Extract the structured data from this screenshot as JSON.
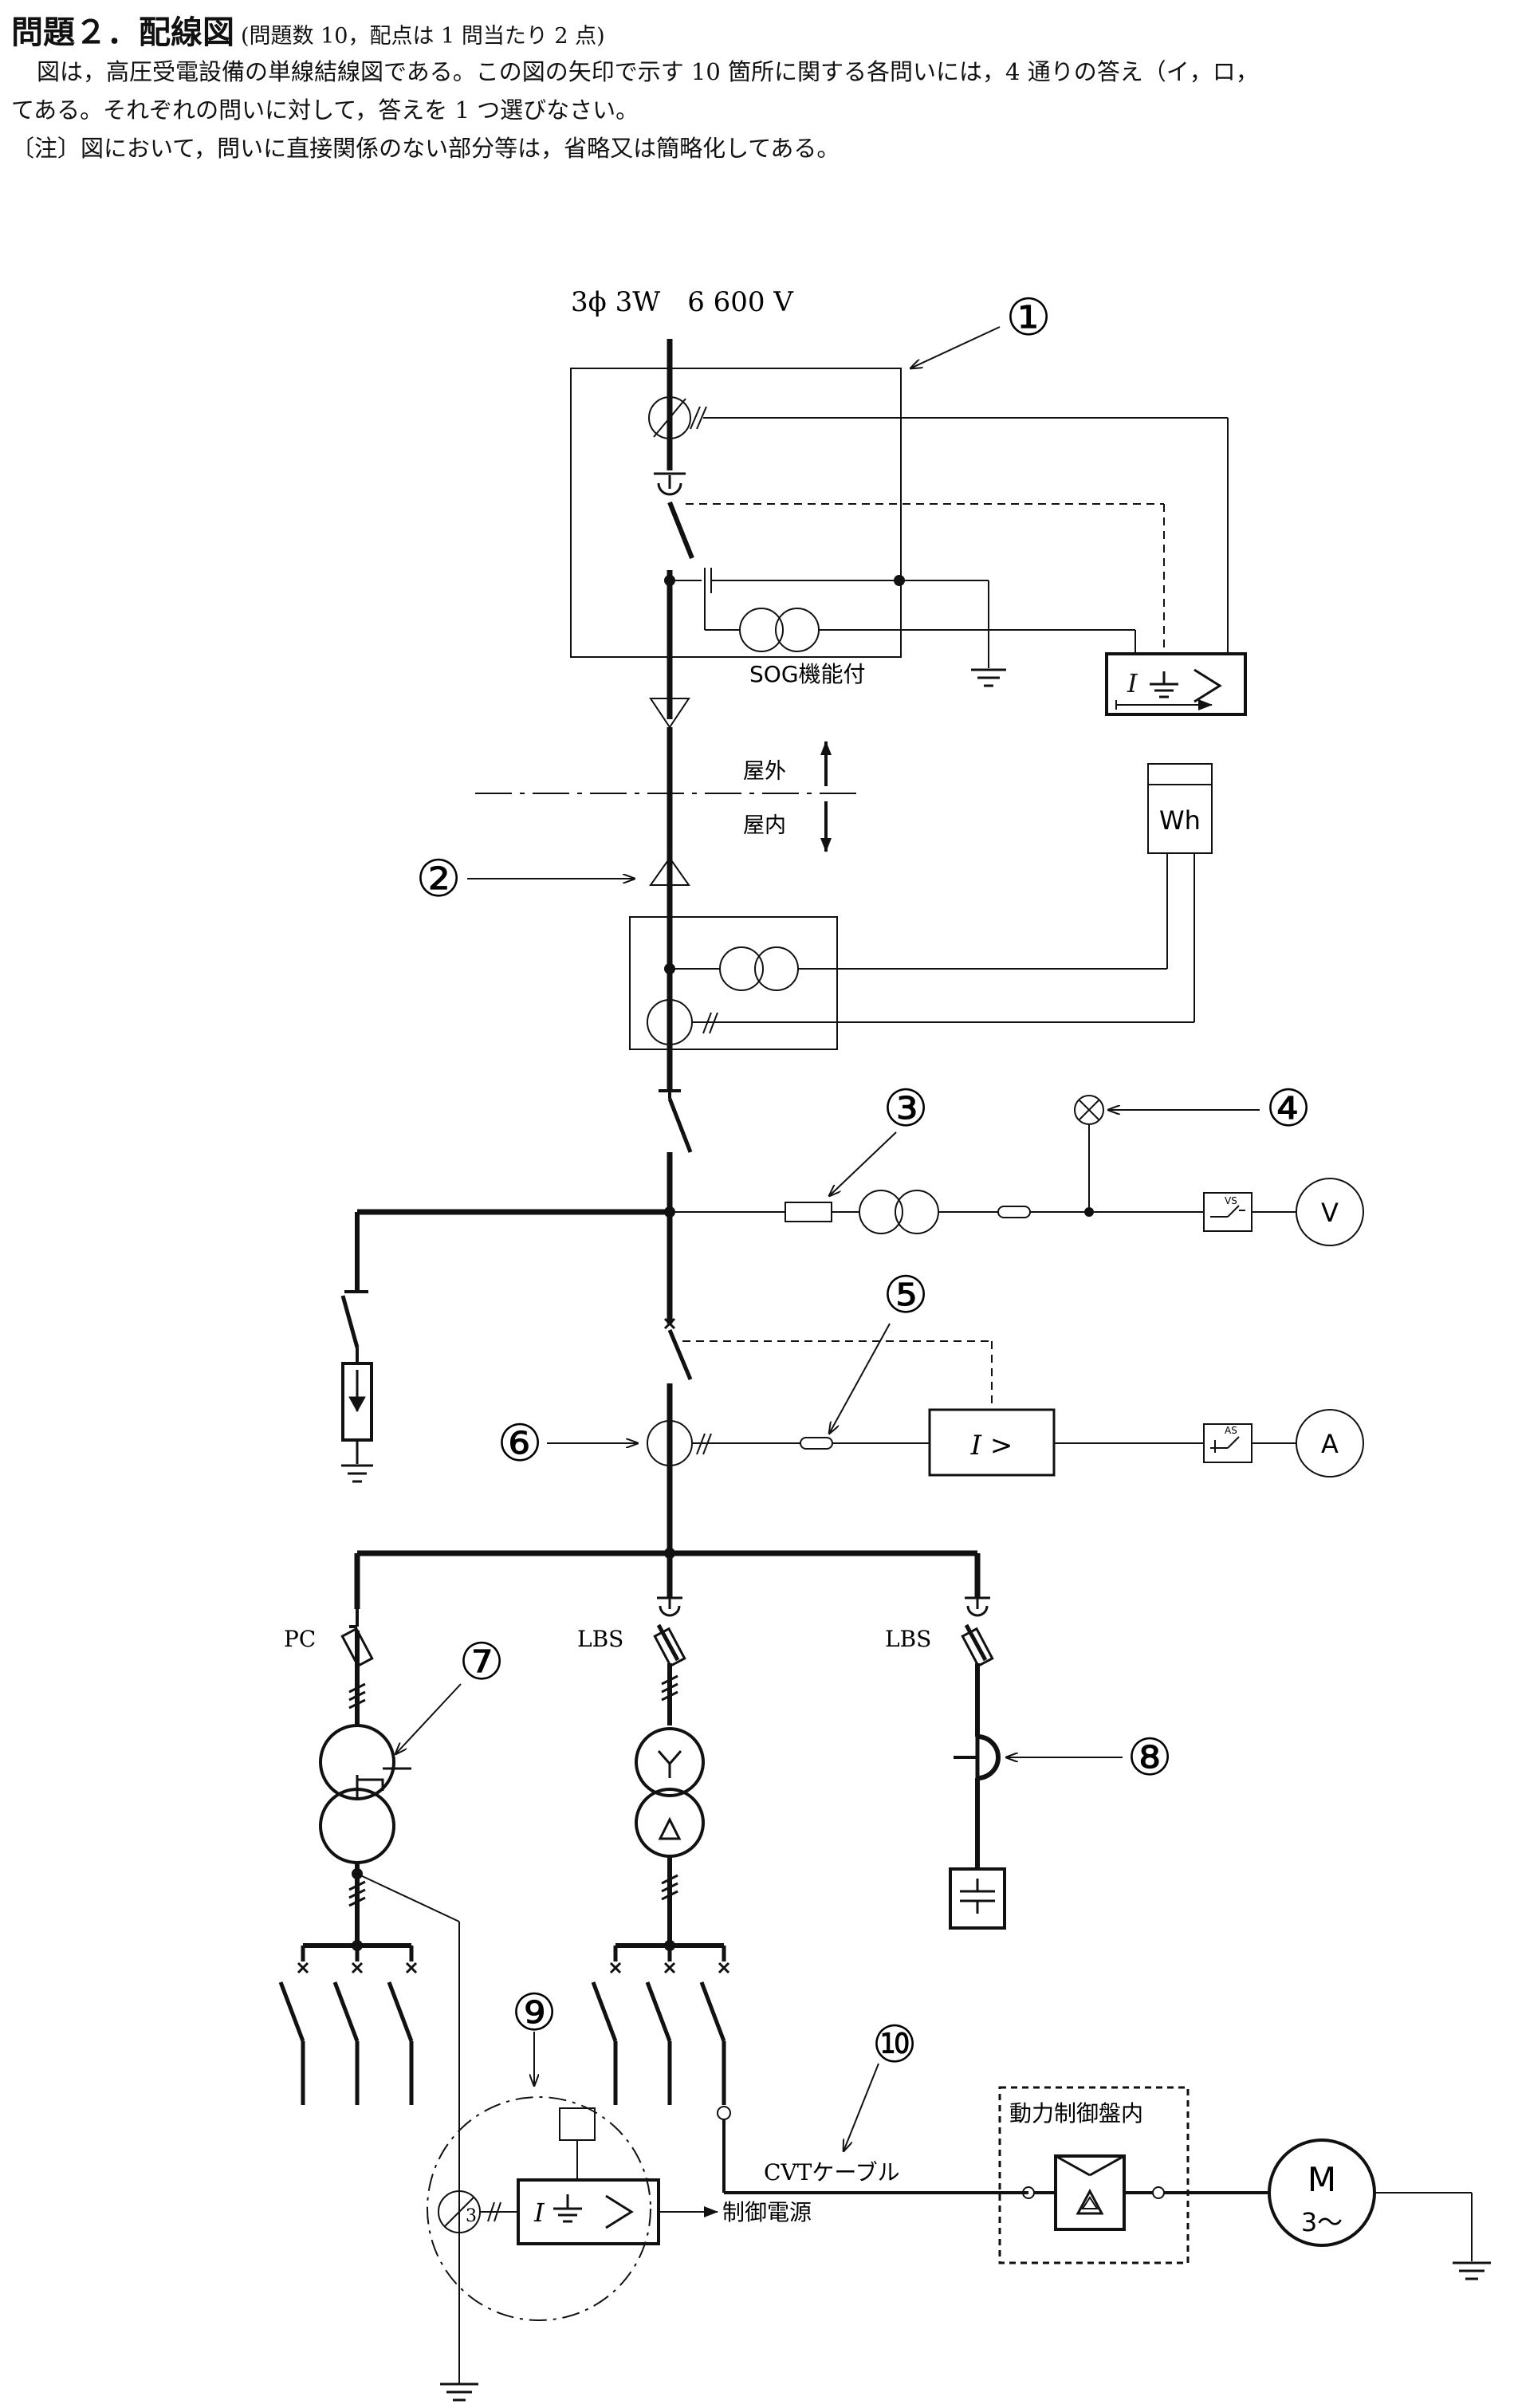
{
  "header": {
    "title": "問題２．配線図",
    "title_note": "(問題数 10，配点は 1 問当たり 2 点)",
    "line1": "図は，高圧受電設備の単線結線図である。この図の矢印で示す 10 箇所に関する各問いには，4 通りの答え（イ，ロ，",
    "line2": "てある。それぞれの問いに対して，答えを 1 つ選びなさい。",
    "line3": "〔注〕図において，問いに直接関係のない部分等は，省略又は簡略化してある。"
  },
  "diagram": {
    "supply_label": "3ϕ 3W　6 600 V",
    "sog_label": "SOG機能付",
    "outdoor_label": "屋外",
    "indoor_label": "屋内",
    "wh_label": "Wh",
    "voltmeter_label": "V",
    "ammeter_label": "A",
    "vs_label": "VS",
    "as_label": "AS",
    "relay_oc_label": "I  >",
    "ct_ratio_label": "3",
    "feeders": {
      "pc_label": "PC",
      "lbs1_label": "LBS",
      "lbs2_label": "LBS"
    },
    "cvt_label": "CVTケーブル",
    "control_panel_label": "動力制御盤内",
    "control_power_label": "制御電源",
    "motor_label": "M",
    "motor_sub": "3〜",
    "callouts": [
      "①",
      "②",
      "③",
      "④",
      "⑤",
      "⑥",
      "⑦",
      "⑧",
      "⑨",
      "⑩"
    ]
  }
}
